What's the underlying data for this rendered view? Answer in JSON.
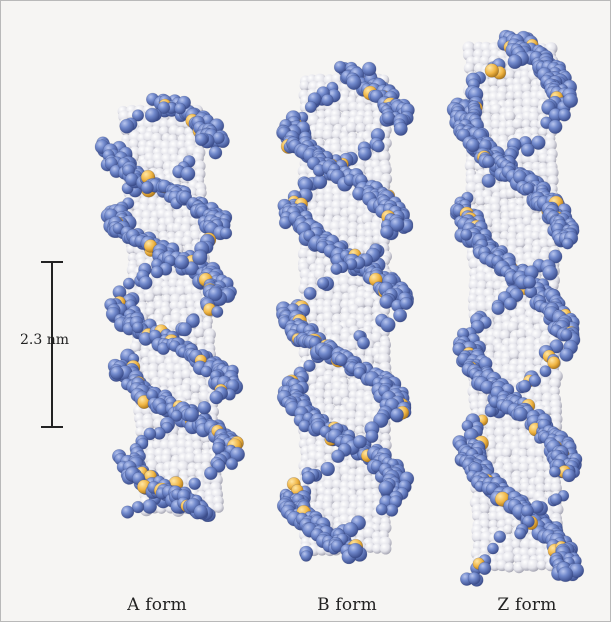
{
  "scale_bar": {
    "label": "2.3 nm"
  },
  "helices": [
    {
      "label": "A form"
    },
    {
      "label": "B form"
    },
    {
      "label": "Z form"
    }
  ],
  "colors": {
    "backbone": "#6f86c6",
    "backbone_dark": "#465a9a",
    "base_pairs": "#e6e6ec",
    "phosphorus": "#f2b945",
    "background": "#f6f5f3"
  }
}
